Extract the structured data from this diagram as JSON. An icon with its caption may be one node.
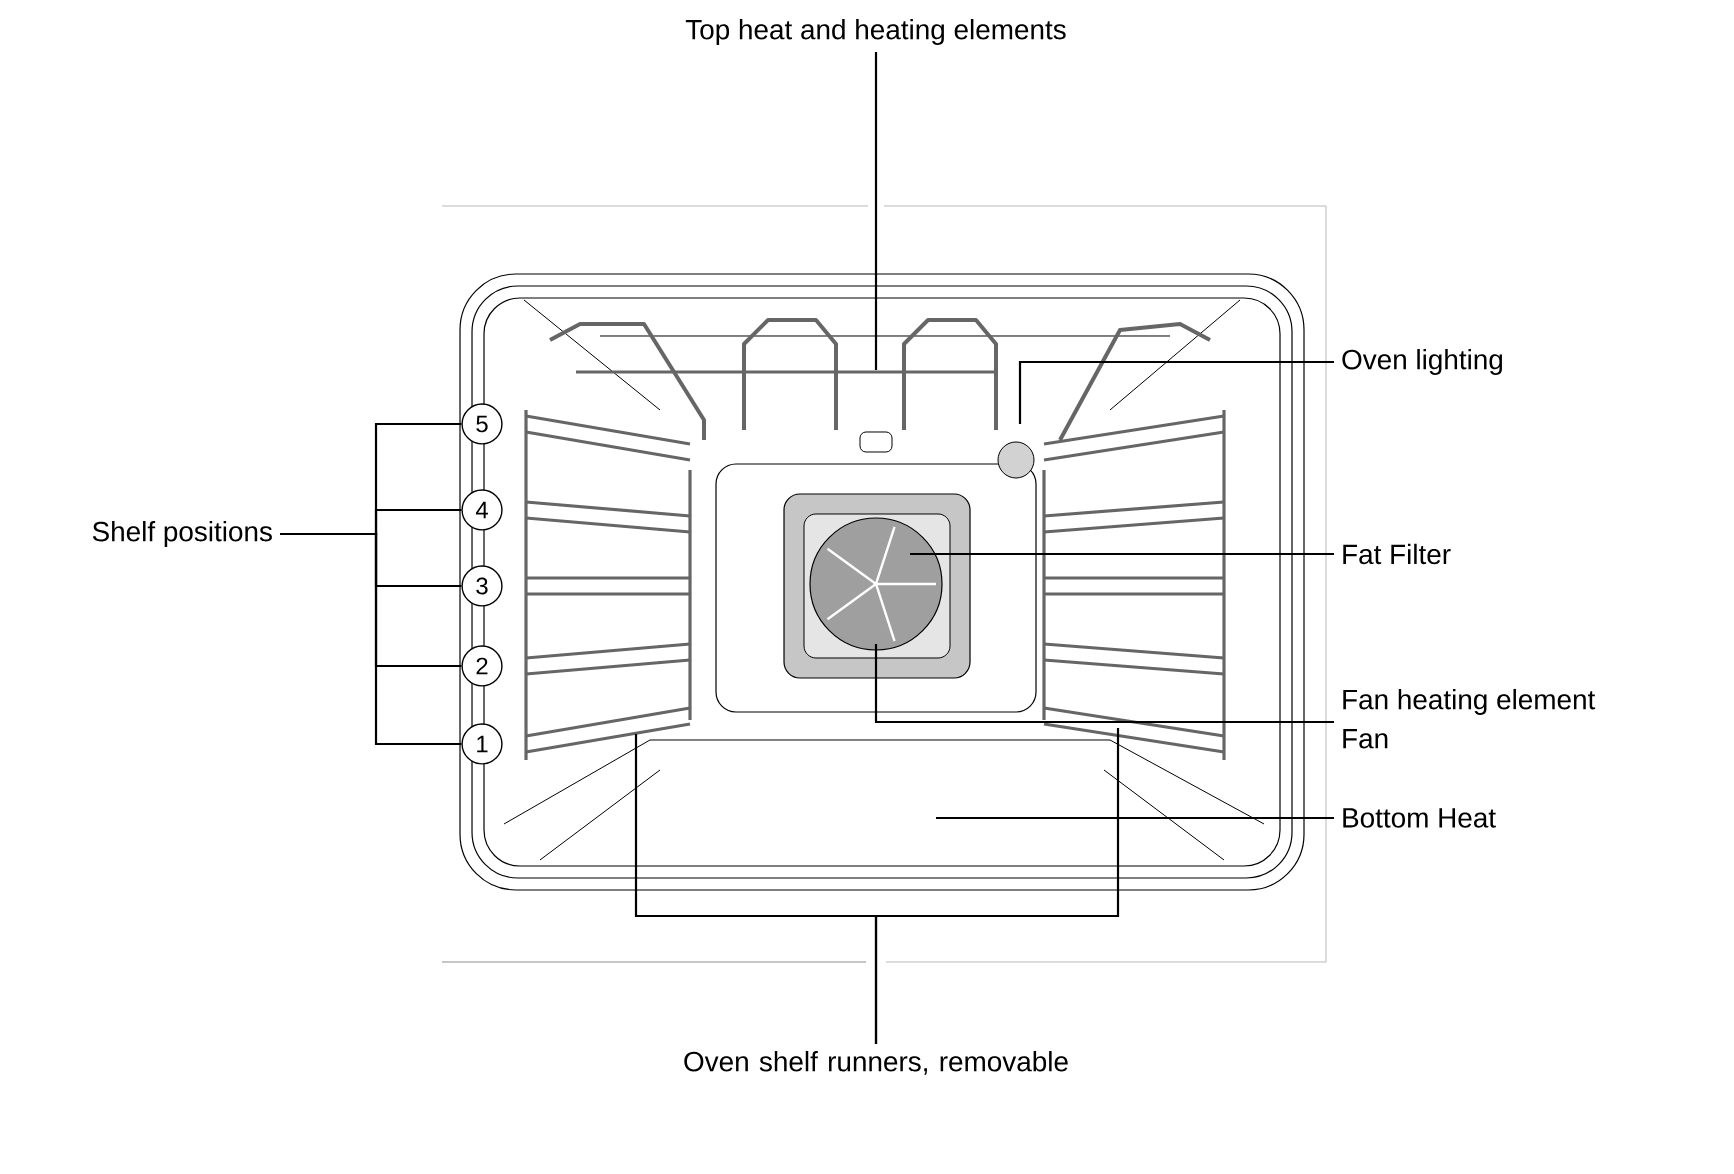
{
  "diagram": {
    "nodes": [
      {
        "text": [
          "Top heat and heating elements"
        ]
      },
      {
        "text": [
          "Shelf positions"
        ]
      },
      {
        "text": [
          "5"
        ]
      },
      {
        "text": [
          "4"
        ]
      },
      {
        "text": [
          "3"
        ]
      },
      {
        "text": [
          "2"
        ]
      },
      {
        "text": [
          "1"
        ]
      },
      {
        "text": [
          "Oven lighting"
        ]
      },
      {
        "text": [
          "Fat Filter"
        ]
      },
      {
        "text": [
          "Fan heating element"
        ]
      },
      {
        "text": [
          "Fan"
        ]
      },
      {
        "text": [
          "Bottom Heat"
        ]
      },
      {
        "text": [
          "Oven shelf runners, removable"
        ]
      }
    ],
    "edges": [
      {
        "from": 0,
        "to": null,
        "arrow": "none"
      },
      {
        "from": 1,
        "to": 2,
        "arrow": "none"
      },
      {
        "from": 1,
        "to": 3,
        "arrow": "none"
      },
      {
        "from": 1,
        "to": 4,
        "arrow": "none"
      },
      {
        "from": 1,
        "to": 5,
        "arrow": "none"
      },
      {
        "from": 1,
        "to": 6,
        "arrow": "none"
      },
      {
        "from": 7,
        "to": null,
        "arrow": "none"
      },
      {
        "from": 8,
        "to": null,
        "arrow": "none"
      },
      {
        "from": 9,
        "to": null,
        "arrow": "none"
      },
      {
        "from": 10,
        "to": null,
        "arrow": "none"
      },
      {
        "from": 11,
        "to": null,
        "arrow": "none"
      },
      {
        "from": 12,
        "to": null,
        "arrow": "none"
      },
      {
        "from": 12,
        "to": null,
        "arrow": "none"
      }
    ]
  }
}
